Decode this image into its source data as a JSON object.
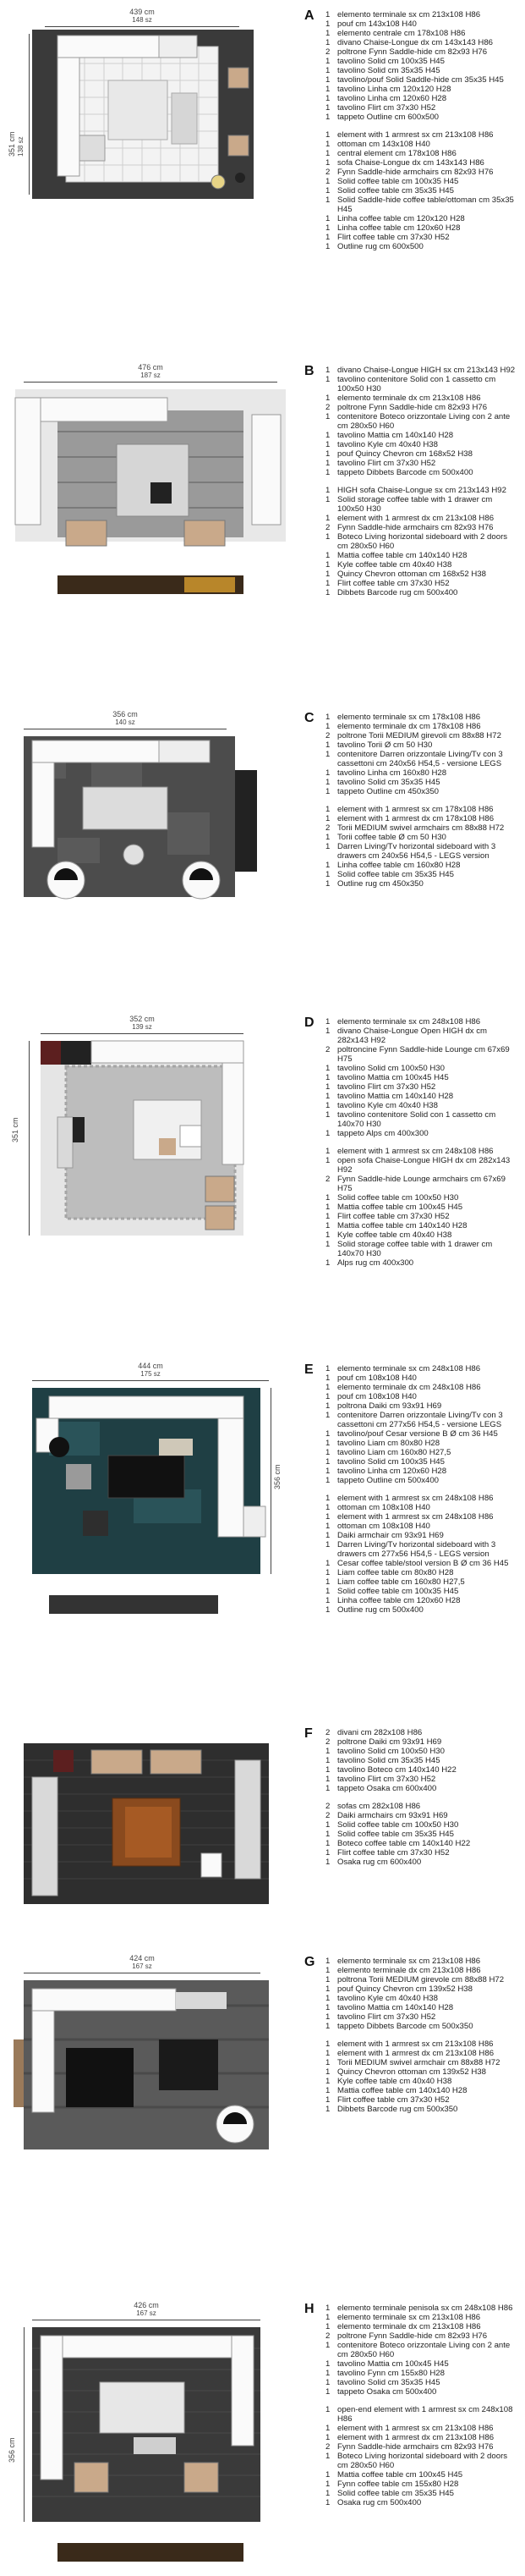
{
  "sections": [
    {
      "letter": "A",
      "dim_top": "439 cm",
      "dim_top_in": "148 sz",
      "dim_side": "351 cm",
      "dim_side_in": "138 sz",
      "group1": [
        {
          "q": "1",
          "t": "elemento terminale sx cm 213x108 H86"
        },
        {
          "q": "1",
          "t": "pouf cm 143x108 H40"
        },
        {
          "q": "1",
          "t": "elemento centrale cm 178x108 H86"
        },
        {
          "q": "1",
          "t": "divano Chaise-Longue dx cm 143x143 H86"
        },
        {
          "q": "2",
          "t": "poltrone Fynn Saddle-hide cm 82x93 H76"
        },
        {
          "q": "1",
          "t": "tavolino Solid cm 100x35 H45"
        },
        {
          "q": "1",
          "t": "tavolino Solid cm 35x35 H45"
        },
        {
          "q": "1",
          "t": "tavolino/pouf Solid Saddle-hide cm 35x35 H45"
        },
        {
          "q": "1",
          "t": "tavolino Linha cm 120x120 H28"
        },
        {
          "q": "1",
          "t": "tavolino Linha cm 120x60 H28"
        },
        {
          "q": "1",
          "t": "tavolino Flirt cm 37x30 H52"
        },
        {
          "q": "1",
          "t": "tappeto Outline cm 600x500"
        }
      ],
      "group2": [
        {
          "q": "1",
          "t": "element with 1 armrest sx cm 213x108 H86"
        },
        {
          "q": "1",
          "t": "ottoman cm 143x108 H40"
        },
        {
          "q": "1",
          "t": "central element cm 178x108 H86"
        },
        {
          "q": "1",
          "t": "sofa Chaise-Longue dx cm 143x143 H86"
        },
        {
          "q": "2",
          "t": "Fynn Saddle-hide armchairs cm 82x93 H76"
        },
        {
          "q": "1",
          "t": "Solid coffee table cm 100x35 H45"
        },
        {
          "q": "1",
          "t": "Solid coffee table cm 35x35 H45"
        },
        {
          "q": "1",
          "t": "Solid Saddle-hide coffee table/ottoman cm 35x35 H45"
        },
        {
          "q": "1",
          "t": "Linha coffee table cm 120x120 H28"
        },
        {
          "q": "1",
          "t": "Linha coffee table cm 120x60 H28"
        },
        {
          "q": "1",
          "t": "Flirt coffee table cm 37x30 H52"
        },
        {
          "q": "1",
          "t": "Outline rug cm 600x500"
        }
      ]
    },
    {
      "letter": "B",
      "dim_top": "476 cm",
      "dim_top_in": "187 sz",
      "group1": [
        {
          "q": "1",
          "t": "divano Chaise-Longue HIGH sx cm 213x143 H92"
        },
        {
          "q": "1",
          "t": "tavolino contenitore Solid con 1 cassetto cm 100x50 H30"
        },
        {
          "q": "1",
          "t": "elemento terminale dx cm 213x108 H86"
        },
        {
          "q": "2",
          "t": "poltrone Fynn Saddle-hide cm 82x93 H76"
        },
        {
          "q": "1",
          "t": "contenitore Boteco orizzontale Living con 2 ante cm 280x50 H60"
        },
        {
          "q": "1",
          "t": "tavolino Mattia cm 140x140 H28"
        },
        {
          "q": "1",
          "t": "tavolino Kyle cm 40x40 H38"
        },
        {
          "q": "1",
          "t": "pouf Quincy Chevron cm 168x52 H38"
        },
        {
          "q": "1",
          "t": "tavolino Flirt cm 37x30 H52"
        },
        {
          "q": "1",
          "t": "tappeto Dibbets Barcode cm 500x400"
        }
      ],
      "group2": [
        {
          "q": "1",
          "t": "HIGH sofa Chaise-Longue sx cm 213x143 H92"
        },
        {
          "q": "1",
          "t": "Solid storage coffee table with 1 drawer cm 100x50 H30"
        },
        {
          "q": "1",
          "t": "element with 1 armrest dx cm 213x108 H86"
        },
        {
          "q": "2",
          "t": "Fynn Saddle-hide armchairs cm 82x93 H76"
        },
        {
          "q": "1",
          "t": "Boteco Living horizontal sideboard with 2 doors cm 280x50 H60"
        },
        {
          "q": "1",
          "t": "Mattia coffee table cm 140x140 H28"
        },
        {
          "q": "1",
          "t": "Kyle coffee table cm 40x40 H38"
        },
        {
          "q": "1",
          "t": "Quincy Chevron ottoman cm 168x52 H38"
        },
        {
          "q": "1",
          "t": "Flirt coffee table cm 37x30 H52"
        },
        {
          "q": "1",
          "t": "Dibbets Barcode rug cm 500x400"
        }
      ]
    },
    {
      "letter": "C",
      "dim_top": "356 cm",
      "dim_top_in": "140 sz",
      "group1": [
        {
          "q": "1",
          "t": "elemento terminale sx cm 178x108 H86"
        },
        {
          "q": "1",
          "t": "elemento terminale dx cm 178x108 H86"
        },
        {
          "q": "2",
          "t": "poltrone Torii MEDIUM girevoli cm 88x88 H72"
        },
        {
          "q": "1",
          "t": "tavolino Torii Ø cm 50 H30"
        },
        {
          "q": "1",
          "t": "contenitore Darren orizzontale Living/Tv con 3 cassettoni cm 240x56 H54,5 - versione LEGS"
        },
        {
          "q": "1",
          "t": "tavolino Linha cm 160x80 H28"
        },
        {
          "q": "1",
          "t": "tavolino Solid cm 35x35 H45"
        },
        {
          "q": "1",
          "t": "tappeto Outline cm 450x350"
        }
      ],
      "group2": [
        {
          "q": "1",
          "t": "element with 1 armrest sx cm 178x108 H86"
        },
        {
          "q": "1",
          "t": "element with 1 armrest dx cm 178x108 H86"
        },
        {
          "q": "2",
          "t": "Torii MEDIUM swivel armchairs cm 88x88 H72"
        },
        {
          "q": "1",
          "t": "Torii coffee table Ø cm 50 H30"
        },
        {
          "q": "1",
          "t": "Darren Living/Tv horizontal sideboard with 3 drawers cm 240x56 H54,5 - LEGS version"
        },
        {
          "q": "1",
          "t": "Linha coffee table cm 160x80 H28"
        },
        {
          "q": "1",
          "t": "Solid coffee table cm 35x35 H45"
        },
        {
          "q": "1",
          "t": "Outline rug cm 450x350"
        }
      ]
    },
    {
      "letter": "D",
      "dim_top": "352 cm",
      "dim_top_in": "139 sz",
      "dim_side": "351 cm",
      "group1": [
        {
          "q": "1",
          "t": "elemento terminale sx cm 248x108 H86"
        },
        {
          "q": "1",
          "t": "divano Chaise-Longue Open HIGH dx cm 282x143 H92"
        },
        {
          "q": "2",
          "t": "poltroncine Fynn Saddle-hide Lounge cm 67x69 H75"
        },
        {
          "q": "1",
          "t": "tavolino Solid cm 100x50 H30"
        },
        {
          "q": "1",
          "t": "tavolino Mattia cm 100x45 H45"
        },
        {
          "q": "1",
          "t": "tavolino Flirt cm 37x30 H52"
        },
        {
          "q": "1",
          "t": "tavolino Mattia cm 140x140 H28"
        },
        {
          "q": "1",
          "t": "tavolino Kyle cm 40x40 H38"
        },
        {
          "q": "1",
          "t": "tavolino contenitore Solid con 1 cassetto cm 140x70 H30"
        },
        {
          "q": "1",
          "t": "tappeto Alps cm 400x300"
        }
      ],
      "group2": [
        {
          "q": "1",
          "t": "element with 1 armrest sx cm 248x108 H86"
        },
        {
          "q": "1",
          "t": "open sofa Chaise-Longue HIGH dx cm 282x143 H92"
        },
        {
          "q": "2",
          "t": "Fynn Saddle-hide Lounge armchairs cm 67x69 H75"
        },
        {
          "q": "1",
          "t": "Solid coffee table cm 100x50 H30"
        },
        {
          "q": "1",
          "t": "Mattia coffee table cm 100x45 H45"
        },
        {
          "q": "1",
          "t": "Flirt coffee table cm 37x30 H52"
        },
        {
          "q": "1",
          "t": "Mattia coffee table cm 140x140 H28"
        },
        {
          "q": "1",
          "t": "Kyle coffee table cm 40x40 H38"
        },
        {
          "q": "1",
          "t": "Solid storage coffee table with 1 drawer cm 140x70 H30"
        },
        {
          "q": "1",
          "t": "Alps rug cm 400x300"
        }
      ]
    },
    {
      "letter": "E",
      "dim_top": "444 cm",
      "dim_top_in": "175 sz",
      "dim_side": "356 cm",
      "group1": [
        {
          "q": "1",
          "t": "elemento terminale sx cm 248x108 H86"
        },
        {
          "q": "1",
          "t": "pouf cm 108x108 H40"
        },
        {
          "q": "1",
          "t": "elemento terminale dx cm 248x108 H86"
        },
        {
          "q": "1",
          "t": "pouf cm 108x108 H40"
        },
        {
          "q": "1",
          "t": "poltrona Daiki cm 93x91 H69"
        },
        {
          "q": "1",
          "t": "contenitore Darren orizzontale Living/Tv con 3 cassettoni cm 277x56 H54,5 - versione LEGS"
        },
        {
          "q": "1",
          "t": "tavolino/pouf Cesar versione B Ø cm 36 H45"
        },
        {
          "q": "1",
          "t": "tavolino Liam cm 80x80 H28"
        },
        {
          "q": "1",
          "t": "tavolino Liam cm 160x80 H27,5"
        },
        {
          "q": "1",
          "t": "tavolino Solid cm 100x35 H45"
        },
        {
          "q": "1",
          "t": "tavolino Linha cm 120x60 H28"
        },
        {
          "q": "1",
          "t": "tappeto Outline cm 500x400"
        }
      ],
      "group2": [
        {
          "q": "1",
          "t": "element with 1 armrest sx cm 248x108 H86"
        },
        {
          "q": "1",
          "t": "ottoman cm 108x108 H40"
        },
        {
          "q": "1",
          "t": "element with 1 armrest sx cm 248x108 H86"
        },
        {
          "q": "1",
          "t": "ottoman cm 108x108 H40"
        },
        {
          "q": "1",
          "t": "Daiki armchair cm 93x91 H69"
        },
        {
          "q": "1",
          "t": "Darren Living/Tv horizontal sideboard with 3 drawers cm 277x56 H54,5 - LEGS version"
        },
        {
          "q": "1",
          "t": "Cesar coffee table/stool version B Ø cm 36 H45"
        },
        {
          "q": "1",
          "t": "Liam coffee table cm 80x80 H28"
        },
        {
          "q": "1",
          "t": "Liam coffee table cm 160x80 H27,5"
        },
        {
          "q": "1",
          "t": "Solid coffee table cm 100x35 H45"
        },
        {
          "q": "1",
          "t": "Linha coffee table cm 120x60 H28"
        },
        {
          "q": "1",
          "t": "Outline rug cm 500x400"
        }
      ]
    },
    {
      "letter": "F",
      "group1": [
        {
          "q": "2",
          "t": "divani cm 282x108 H86"
        },
        {
          "q": "2",
          "t": "poltrone Daiki cm 93x91 H69"
        },
        {
          "q": "1",
          "t": "tavolino Solid cm 100x50 H30"
        },
        {
          "q": "1",
          "t": "tavolino Solid cm 35x35 H45"
        },
        {
          "q": "1",
          "t": "tavolino Boteco cm 140x140 H22"
        },
        {
          "q": "1",
          "t": "tavolino Flirt cm 37x30 H52"
        },
        {
          "q": "1",
          "t": "tappeto Osaka cm 600x400"
        }
      ],
      "group2": [
        {
          "q": "2",
          "t": "sofas cm 282x108 H86"
        },
        {
          "q": "2",
          "t": "Daiki armchairs cm 93x91 H69"
        },
        {
          "q": "1",
          "t": "Solid coffee table cm 100x50 H30"
        },
        {
          "q": "1",
          "t": "Solid coffee table cm 35x35 H45"
        },
        {
          "q": "1",
          "t": "Boteco coffee table cm 140x140 H22"
        },
        {
          "q": "1",
          "t": "Flirt coffee table cm 37x30 H52"
        },
        {
          "q": "1",
          "t": "Osaka rug cm 600x400"
        }
      ]
    },
    {
      "letter": "G",
      "dim_top": "424 cm",
      "dim_top_in": "167 sz",
      "group1": [
        {
          "q": "1",
          "t": "elemento terminale sx cm 213x108 H86"
        },
        {
          "q": "1",
          "t": "elemento terminale dx cm 213x108 H86"
        },
        {
          "q": "1",
          "t": "poltrona Torii MEDIUM girevole cm 88x88 H72"
        },
        {
          "q": "1",
          "t": "pouf Quincy Chevron cm 139x52 H38"
        },
        {
          "q": "1",
          "t": "tavolino Kyle cm 40x40 H38"
        },
        {
          "q": "1",
          "t": "tavolino Mattia cm 140x140 H28"
        },
        {
          "q": "1",
          "t": "tavolino Flirt cm 37x30 H52"
        },
        {
          "q": "1",
          "t": "tappeto Dibbets Barcode cm 500x350"
        }
      ],
      "group2": [
        {
          "q": "1",
          "t": "element with 1 armrest sx cm 213x108 H86"
        },
        {
          "q": "1",
          "t": "element with 1 armrest dx cm 213x108 H86"
        },
        {
          "q": "1",
          "t": "Torii MEDIUM swivel armchair cm 88x88 H72"
        },
        {
          "q": "1",
          "t": "Quincy Chevron ottoman cm 139x52 H38"
        },
        {
          "q": "1",
          "t": "Kyle coffee table cm 40x40 H38"
        },
        {
          "q": "1",
          "t": "Mattia coffee table cm 140x140 H28"
        },
        {
          "q": "1",
          "t": "Flirt coffee table cm 37x30 H52"
        },
        {
          "q": "1",
          "t": "Dibbets Barcode rug cm 500x350"
        }
      ]
    },
    {
      "letter": "H",
      "dim_top": "426 cm",
      "dim_top_in": "167 sz",
      "dim_side": "356 cm",
      "group1": [
        {
          "q": "1",
          "t": "elemento terminale penisola sx cm 248x108 H86"
        },
        {
          "q": "1",
          "t": "elemento terminale sx cm 213x108 H86"
        },
        {
          "q": "1",
          "t": "elemento terminale dx cm 213x108 H86"
        },
        {
          "q": "2",
          "t": "poltrone Fynn Saddle-hide cm 82x93 H76"
        },
        {
          "q": "1",
          "t": "contenitore Boteco orizzontale Living con 2 ante cm 280x50 H60"
        },
        {
          "q": "1",
          "t": "tavolino Mattia cm 100x45 H45"
        },
        {
          "q": "1",
          "t": "tavolino Fynn cm 155x80 H28"
        },
        {
          "q": "1",
          "t": "tavolino Solid cm 35x35 H45"
        },
        {
          "q": "1",
          "t": "tappeto Osaka cm 500x400"
        }
      ],
      "group2": [
        {
          "q": "1",
          "t": "open-end element with 1 armrest sx cm 248x108 H86"
        },
        {
          "q": "1",
          "t": "element with 1 armrest sx cm 213x108 H86"
        },
        {
          "q": "1",
          "t": "element with 1 armrest dx cm 213x108 H86"
        },
        {
          "q": "2",
          "t": "Fynn Saddle-hide armchairs cm 82x93 H76"
        },
        {
          "q": "1",
          "t": "Boteco Living horizontal sideboard with 2 doors cm 280x50 H60"
        },
        {
          "q": "1",
          "t": "Mattia coffee table cm 100x45 H45"
        },
        {
          "q": "1",
          "t": "Fynn coffee table cm 155x80 H28"
        },
        {
          "q": "1",
          "t": "Solid coffee table cm 35x35 H45"
        },
        {
          "q": "1",
          "t": "Osaka rug cm 500x400"
        }
      ]
    }
  ]
}
